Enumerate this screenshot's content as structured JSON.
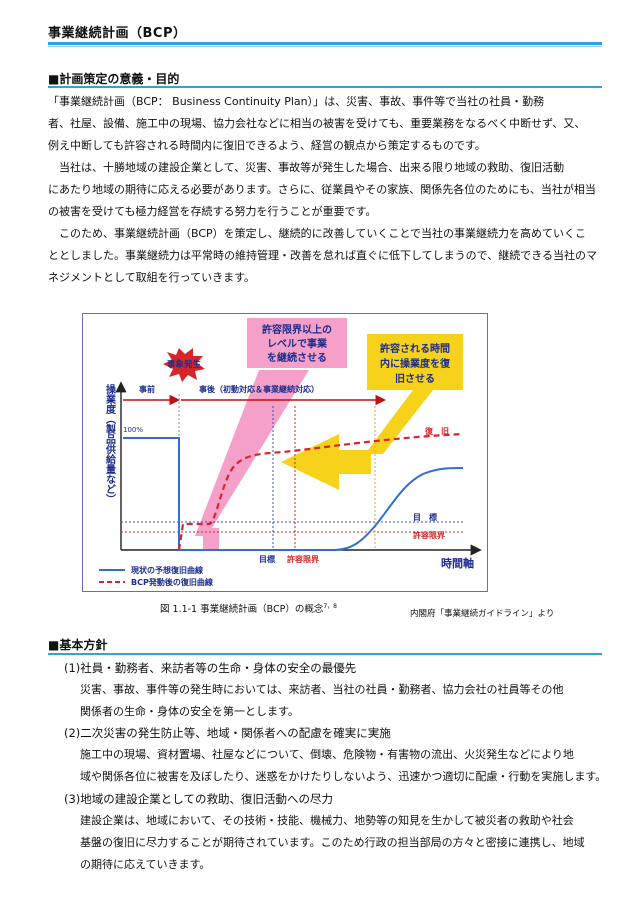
{
  "header": {
    "title": "事業継続計画（BCP）"
  },
  "section1": {
    "heading": "■計画策定の意義・目的",
    "lines": [
      "「事業継続計画（BCP： Business Continuity Plan）」は、災害、事故、事件等で当社の社員・勤務",
      "者、社屋、設備、施工中の現場、協力会社などに相当の被害を受けても、重要業務をなるべく中断せず、又、",
      "例え中断しても許容される時間内に復旧できるよう、経営の観点から策定するものです。",
      "当社は、十勝地域の建設企業として、災害、事故等が発生した場合、出来る限り地域の救助、復旧活動",
      "にあたり地域の期待に応える必要があります。さらに、従業員やその家族、関係先各位のためにも、当社が相当",
      "の被害を受けても極力経営を存続する努力を行うことが重要です。",
      "このため、事業継続計画（BCP）を策定し、継続的に改善していくことで当社の事業継続力を高めていくこ",
      "ととしました。事業継続力は平常時の維持管理・改善を怠れば直ぐに低下してしまうので、継続できる当社のマ",
      "ネジメントとして取組を行っていきます。"
    ]
  },
  "figure": {
    "badge_event": "事象発生",
    "phase_before": "事前",
    "phase_after": "事後（初動対応＆事業継続対応）",
    "callout_pink": [
      "許容限界以上の",
      "レベルで事業",
      "を継続させる"
    ],
    "callout_yellow": [
      "許容される時間",
      "内に操業度を復",
      "旧させる"
    ],
    "y_axis_label": "操業度（製品供給量など）",
    "x_axis_label": "時間軸",
    "label_100": "100%",
    "label_recovery": "復　旧",
    "label_target_right": "目　標",
    "label_limit_right": "許容限界",
    "label_target_bottom": "目標",
    "label_limit_bottom": "許容限界",
    "legend_current": "現状の予想復旧曲線",
    "legend_bcp": "BCP発動後の復旧曲線",
    "colors": {
      "blue": "#2f6fd0",
      "red": "#d9252a",
      "pink": "#f4a0c8",
      "yellow": "#f7d21b",
      "frame": "#6a6ab5"
    }
  },
  "caption": "図 1.1-1 事業継続計画（BCP）の概念",
  "caption_sup": "7，8",
  "source": "内閣府「事業継続ガイドライン」より",
  "section2": {
    "heading": "■基本方針",
    "items": [
      {
        "title": "(1)社員・勤務者、来訪者等の生命・身体の安全の最優先",
        "lines": [
          "災害、事故、事件等の発生時においては、来訪者、当社の社員・勤務者、協力会社の社員等その他",
          "関係者の生命・身体の安全を第一とします。"
        ]
      },
      {
        "title": "(2)二次災害の発生防止等、地域・関係者への配慮を確実に実施",
        "lines": [
          "施工中の現場、資材置場、社屋などについて、倒壊、危険物・有害物の流出、火災発生などにより地",
          "域や関係各位に被害を及ぼしたり、迷惑をかけたりしないよう、迅速かつ適切に配慮・行動を実施します。"
        ]
      },
      {
        "title": "(3)地域の建設企業としての救助、復旧活動への尽力",
        "lines": [
          "建設企業は、地域において、その技術・技能、機械力、地勢等の知見を生かして被災者の救助や社会",
          "基盤の復旧に尽力することが期待されています。このため行政の担当部局の方々と密接に連携し、地域",
          "の期待に応えていきます。"
        ]
      }
    ]
  }
}
